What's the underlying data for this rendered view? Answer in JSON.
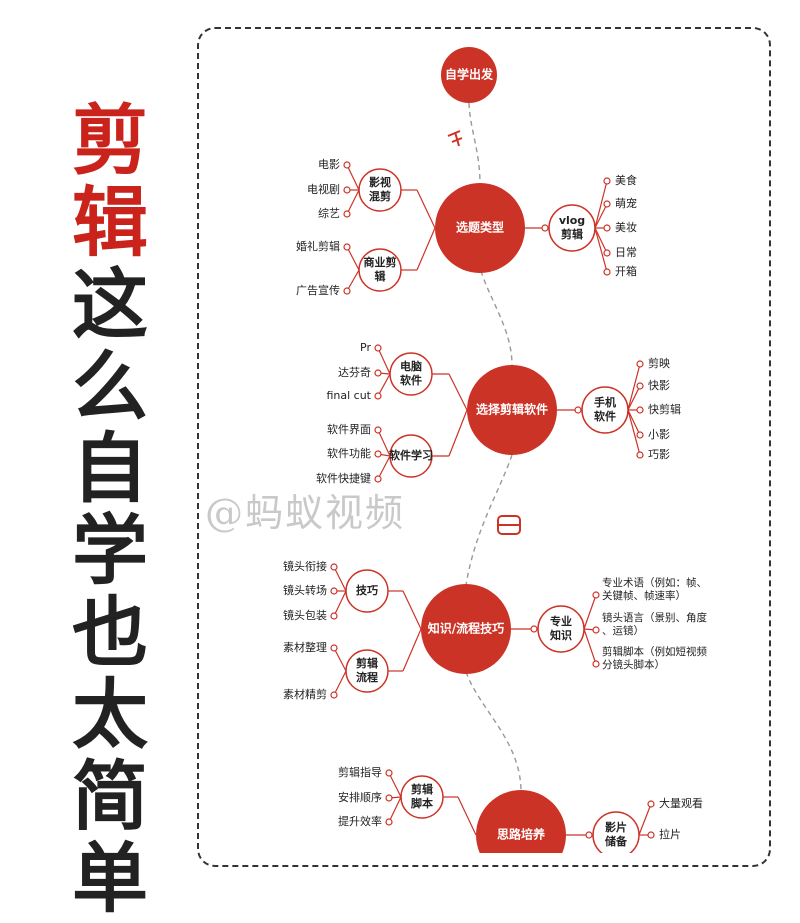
{
  "title_chars": [
    "剪",
    "辑",
    "这",
    "么",
    "自",
    "学",
    "也",
    "太",
    "简",
    "单"
  ],
  "colors": {
    "accent": "#cc3327",
    "text": "#222222",
    "line": "#cc3327",
    "dash": "#999999"
  },
  "watermark": "@蚂蚁视频",
  "start_node": "自学出发",
  "stages": [
    {
      "label": "选题类型",
      "left_groups": [
        {
          "label": "影视混剪",
          "items": [
            "电影",
            "电视剧",
            "综艺"
          ]
        },
        {
          "label": "商业剪辑",
          "items": [
            "婚礼剪辑",
            "广告宣传"
          ]
        }
      ],
      "right_group": {
        "label": "vlog剪辑",
        "items": [
          "美食",
          "萌宠",
          "美妆",
          "日常",
          "开箱"
        ]
      }
    },
    {
      "label": "选择剪辑软件",
      "left_groups": [
        {
          "label": "电脑软件",
          "items": [
            "Pr",
            "达芬奇",
            "final  cut"
          ]
        },
        {
          "label": "软件学习",
          "items": [
            "软件界面",
            "软件功能",
            "软件快捷键"
          ]
        }
      ],
      "right_group": {
        "label": "手机软件",
        "items": [
          "剪映",
          "快影",
          "快剪辑",
          "小影",
          "巧影"
        ]
      }
    },
    {
      "label": "知识/流程技巧",
      "left_groups": [
        {
          "label": "技巧",
          "items": [
            "镜头衔接",
            "镜头转场",
            "镜头包装"
          ]
        },
        {
          "label": "剪辑流程",
          "items": [
            "素材整理",
            "素材精剪"
          ]
        }
      ],
      "right_group": {
        "label": "专业知识",
        "items": [
          "专业术语（例如：帧、关键帧、帧速率）",
          "镜头语言（景别、角度、运镜）",
          "剪辑脚本（例如短视频分镜头脚本）"
        ]
      }
    },
    {
      "label": "思路培养",
      "left_groups": [
        {
          "label": "剪辑脚本",
          "items": [
            "剪辑指导",
            "安排顺序",
            "提升效率"
          ]
        }
      ],
      "right_group": {
        "label": "影片储备",
        "items": [
          "大量观看",
          "拉片"
        ]
      }
    }
  ]
}
